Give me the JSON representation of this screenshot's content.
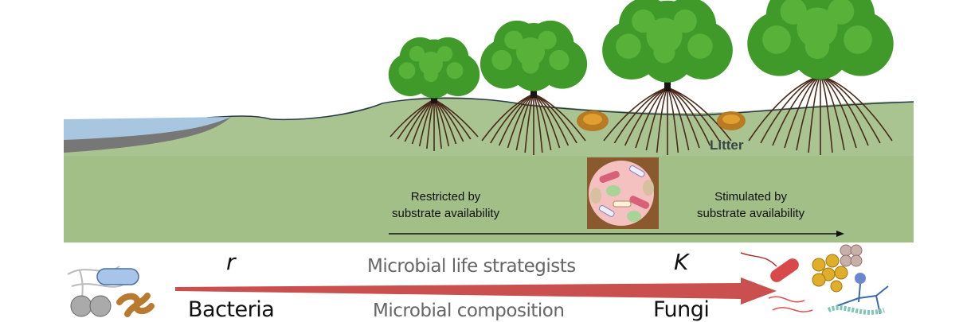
{
  "scene": {
    "litter_label": "Litter",
    "left_note": [
      "Restricted by",
      "substrate availability"
    ],
    "right_note": [
      "Stimulated by",
      "substrate availability"
    ]
  },
  "strategy": {
    "r_label": "r",
    "k_label": "K",
    "life_strategists": "Microbial life strategists",
    "bacteria": "Bacteria",
    "composition": "Microbial composition",
    "fungi": "Fungi"
  },
  "colors": {
    "ground": "#a7c38e",
    "lower_band": "#a2bf88",
    "water": "#9fc0de",
    "canopy": "#3f9a2a",
    "roots": "#4a2a1a",
    "arrow": "#c9504f"
  }
}
